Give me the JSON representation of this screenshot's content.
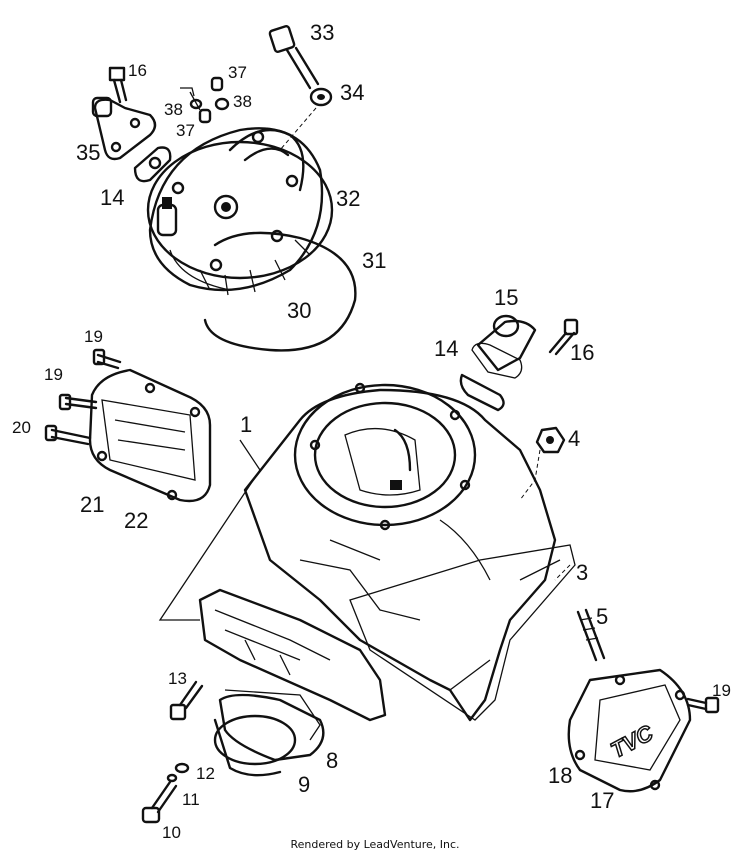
{
  "labels": {
    "p1": "1",
    "p3": "3",
    "p4": "4",
    "p5": "5",
    "p8": "8",
    "p9": "9",
    "p10": "10",
    "p11": "11",
    "p12": "12",
    "p13": "13",
    "p14a": "14",
    "p14b": "14",
    "p15": "15",
    "p16a": "16",
    "p16b": "16",
    "p17": "17",
    "p18": "18",
    "p19a": "19",
    "p19b": "19",
    "p19c": "19",
    "p20": "20",
    "p21": "21",
    "p22": "22",
    "p30": "30",
    "p31": "31",
    "p32": "32",
    "p33": "33",
    "p34": "34",
    "p35": "35",
    "p37a": "37",
    "p37b": "37",
    "p38a": "38",
    "p38b": "38",
    "cover_mark": "TVC"
  },
  "footer": {
    "credit": "Rendered by LeadVenture, Inc."
  }
}
